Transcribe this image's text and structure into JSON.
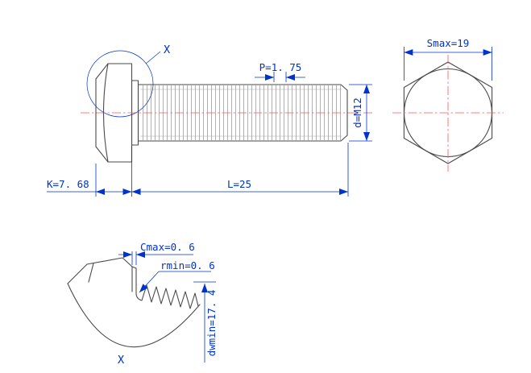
{
  "drawing": {
    "labels": {
      "smax": "Smax=19",
      "pitch": "P=1. 75",
      "diameter": "d=M12",
      "head_height": "K=7. 68",
      "length": "L=25",
      "cmax": "Cmax=0. 6",
      "rmin": "rmin=0. 6",
      "dwmin": "dwmin=17. 4",
      "detail": "X"
    },
    "colors": {
      "dimension": "#0033cc",
      "centerline": "#ff5555",
      "outline": "#4a4a4a",
      "thread": "#8f8f8f",
      "background": "#ffffff"
    }
  }
}
